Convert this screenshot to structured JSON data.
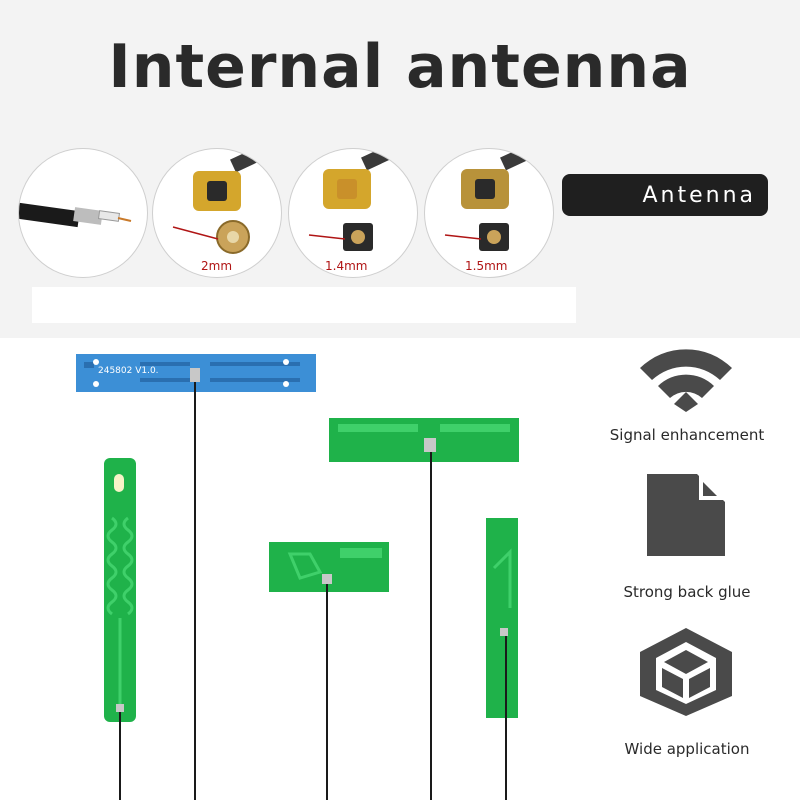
{
  "title": "Internal antenna",
  "badge_label": "Antenna",
  "connectors": [
    {
      "size": ""
    },
    {
      "size": "2mm"
    },
    {
      "size": "1.4mm"
    },
    {
      "size": "1.5mm"
    }
  ],
  "blue_pcb_label": "245802  V1.0.",
  "features": [
    {
      "label": "Signal enhancement",
      "icon": "wifi-icon"
    },
    {
      "label": "Strong back glue",
      "icon": "document-icon"
    },
    {
      "label": "Wide application",
      "icon": "cube-icon"
    }
  ],
  "colors": {
    "pcb_green": "#1fb24a",
    "pcb_blue": "#3c8fd6",
    "icon_dark": "#4a4a4a",
    "size_red": "#b01515"
  }
}
